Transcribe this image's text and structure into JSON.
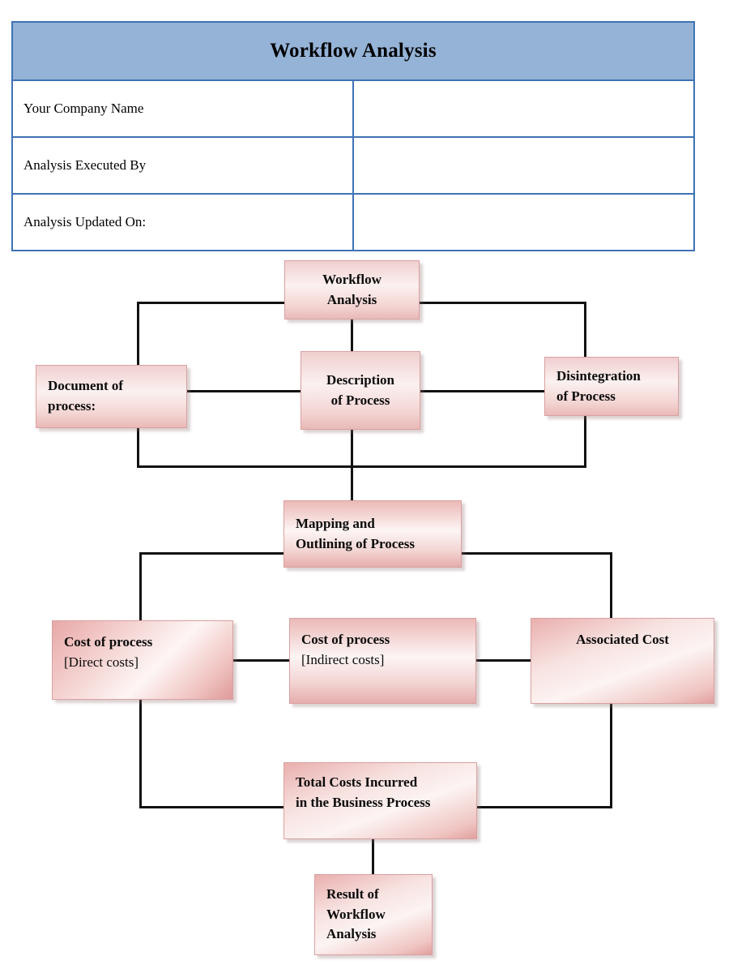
{
  "document": {
    "title": "Workflow Analysis"
  },
  "info_table": {
    "title": "Workflow Analysis",
    "rows": [
      {
        "label": "Your Company Name",
        "value": ""
      },
      {
        "label": "Analysis Executed By",
        "value": ""
      },
      {
        "label": "Analysis Updated On:",
        "value": ""
      }
    ]
  },
  "flow": {
    "nodes": [
      {
        "id": "workflow-analysis",
        "line1": "Workflow",
        "line2": "Analysis"
      },
      {
        "id": "document-of-process",
        "line1": "Document of",
        "line2": "process:"
      },
      {
        "id": "description-of-process",
        "line1": "Description",
        "line2": "of Process"
      },
      {
        "id": "disintegration-of-process",
        "line1": "Disintegration",
        "line2": "of Process"
      },
      {
        "id": "mapping-outlining",
        "line1": "Mapping and",
        "line2": "Outlining of Process"
      },
      {
        "id": "cost-direct",
        "line1": "Cost of process",
        "line2": "[Direct costs]"
      },
      {
        "id": "cost-indirect",
        "line1": "Cost of process",
        "line2": "[Indirect costs]"
      },
      {
        "id": "associated-cost",
        "line1": "Associated Cost",
        "line2": ""
      },
      {
        "id": "total-costs",
        "line1": "Total Costs Incurred",
        "line2": "in the Business Process"
      },
      {
        "id": "result",
        "line1": "Result of",
        "line2": "Workflow",
        "line3": "Analysis"
      }
    ]
  },
  "colors": {
    "header_fill": "#95B3D7",
    "table_border": "#3F72B5",
    "node_border": "#D9A0A0",
    "node_fill_light": "#FBF1F0",
    "node_fill_dark": "#E8A8A8",
    "connector": "#121212",
    "text": "#000000"
  }
}
